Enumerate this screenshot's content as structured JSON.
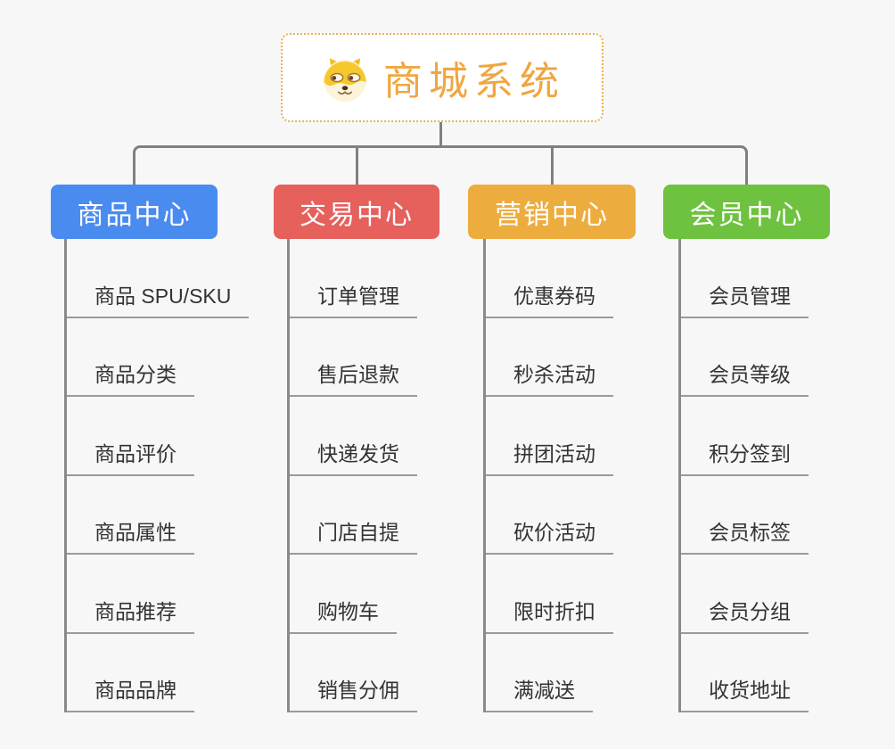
{
  "root": {
    "title": "商城系统",
    "icon": "doge-icon",
    "title_color": "#f0a63f",
    "border_color": "#ebb04f"
  },
  "branches": [
    {
      "label": "商品中心",
      "color": "#4a8bef",
      "items": [
        "商品 SPU/SKU",
        "商品分类",
        "商品评价",
        "商品属性",
        "商品推荐",
        "商品品牌"
      ]
    },
    {
      "label": "交易中心",
      "color": "#e6605c",
      "items": [
        "订单管理",
        "售后退款",
        "快递发货",
        "门店自提",
        "购物车",
        "销售分佣"
      ]
    },
    {
      "label": "营销中心",
      "color": "#edac3e",
      "items": [
        "优惠券码",
        "秒杀活动",
        "拼团活动",
        "砍价活动",
        "限时折扣",
        "满减送"
      ]
    },
    {
      "label": "会员中心",
      "color": "#6ec23f",
      "items": [
        "会员管理",
        "会员等级",
        "积分签到",
        "会员标签",
        "会员分组",
        "收货地址"
      ]
    }
  ],
  "connector_color": "#808080",
  "leaf_underline_color": "#9a9a9a",
  "background_color": "#f7f7f7"
}
